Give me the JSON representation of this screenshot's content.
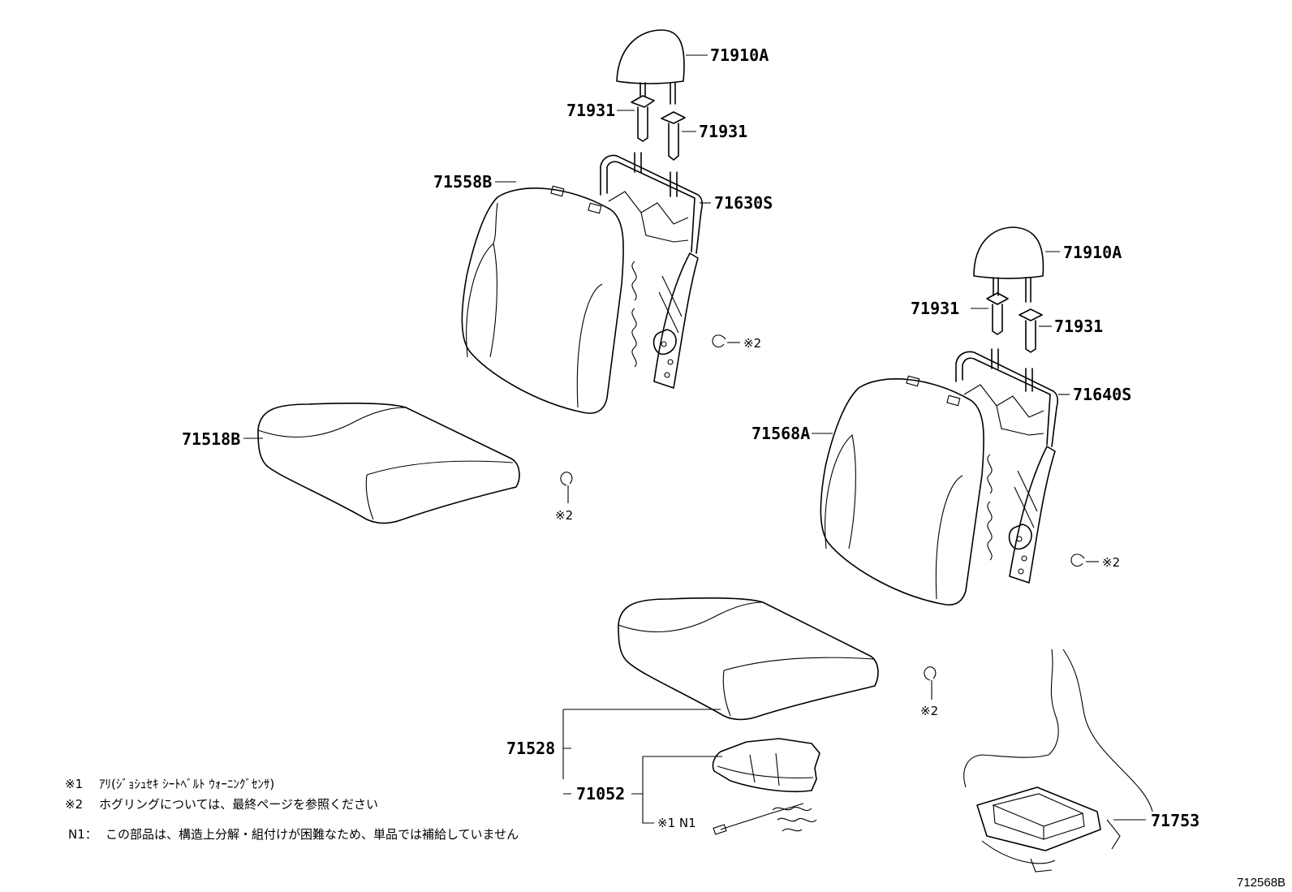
{
  "labels": {
    "headrest_left": "71910A",
    "guide_left_a": "71931",
    "guide_left_b": "71931",
    "back_cover_left": "71558B",
    "back_frame_left": "71630S",
    "cushion_cover_left": "71518B",
    "headrest_right": "71910A",
    "guide_right_a": "71931",
    "guide_right_b": "71931",
    "back_frame_right": "71640S",
    "back_cover_right": "71568A",
    "cushion_cover_right": "71528",
    "sensor": "71052",
    "sensor_ref": "※1 N1",
    "pan": "71753"
  },
  "refs": {
    "hog_ring_1": "※2",
    "hog_ring_2": "※2",
    "hog_ring_3": "※2",
    "hog_ring_4": "※2"
  },
  "notes": [
    {
      "mark": "※1",
      "text": "ｱﾘ(ｼﾞｮｼｭｾｷ ｼｰﾄﾍﾞﾙﾄ ｳｫｰﾆﾝｸﾞｾﾝｻ)"
    },
    {
      "mark": "※2",
      "text": "ホグリングについては、最終ページを参照ください"
    },
    {
      "mark": "N1：",
      "text": "この部品は、構造上分解・組付けが困難なため、単品では補給していません"
    }
  ],
  "figure_code": "712568B"
}
